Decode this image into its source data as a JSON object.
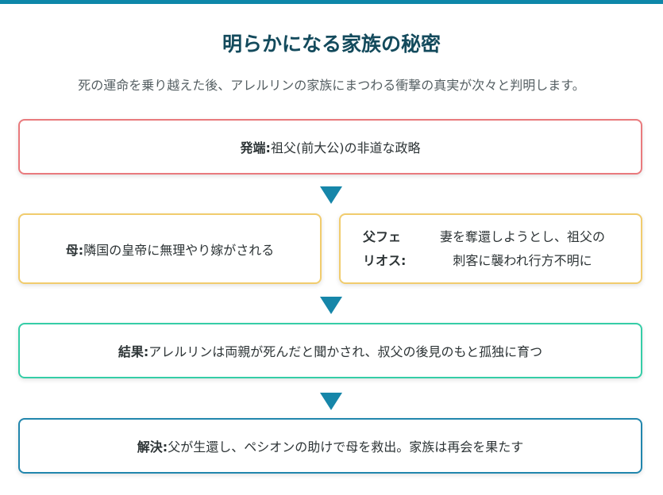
{
  "title": "明らかになる家族の秘密",
  "subtitle": "死の運命を乗り越えた後、アレルリンの家族にまつわる衝撃の真実が次々と判明します。",
  "colors": {
    "accent": "#0e87a9",
    "origin_border": "#e97a7d",
    "parents_border": "#f1cc6d",
    "result_border": "#35cda7",
    "resolution_border": "#2186ad",
    "arrow": "#1686a9"
  },
  "flow": {
    "origin": {
      "label": "発端:",
      "text": "祖父(前大公)の非道な政略"
    },
    "mother": {
      "label": "母:",
      "text": "隣国の皇帝に無理やり嫁がされる"
    },
    "father": {
      "label_line1": "父フェ",
      "label_line2": "リオス:",
      "text_line1": "妻を奪還しようとし、祖父の",
      "text_line2": "刺客に襲われ行方不明に"
    },
    "result": {
      "label": "結果:",
      "text": "アレルリンは両親が死んだと聞かされ、叔父の後見のもと孤独に育つ"
    },
    "resolution": {
      "label": "解決:",
      "text": "父が生還し、ペシオンの助けで母を救出。家族は再会を果たす"
    }
  }
}
